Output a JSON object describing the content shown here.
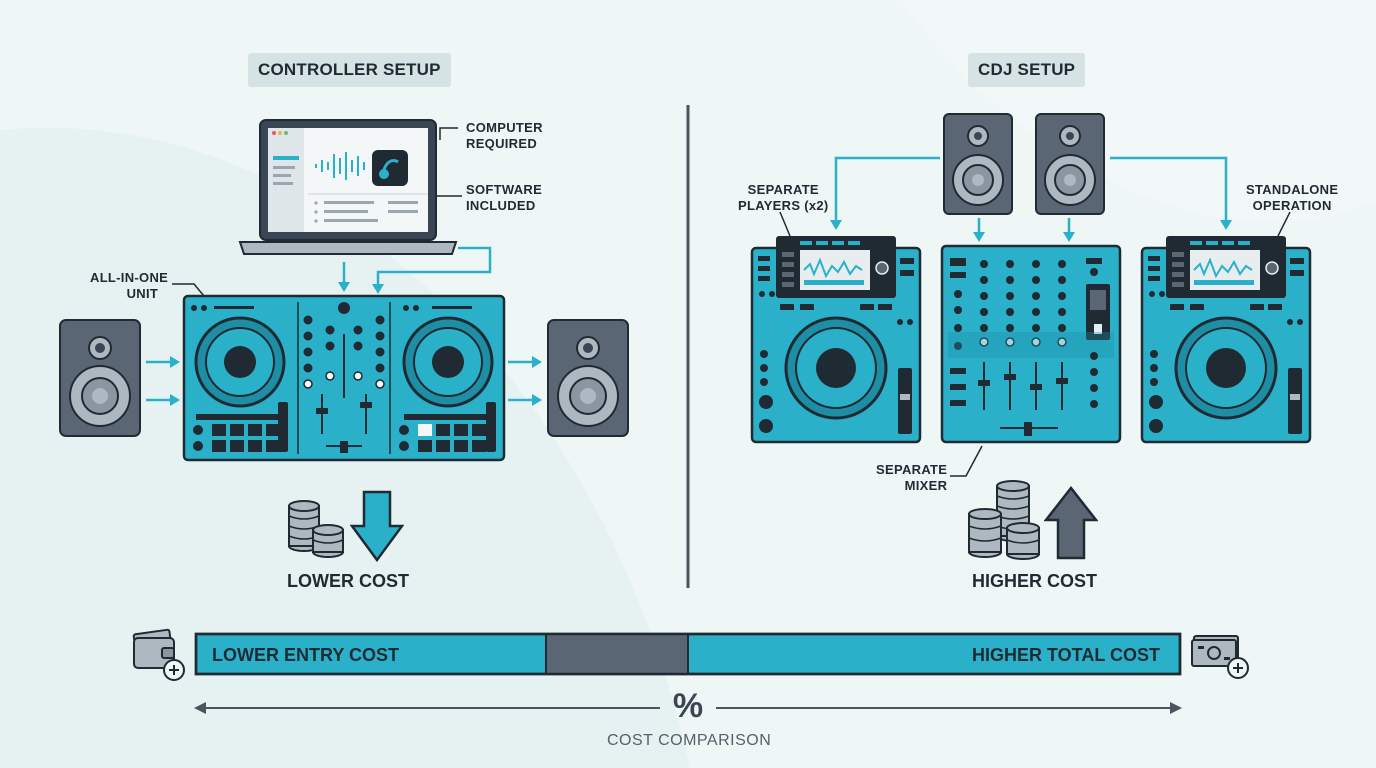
{
  "left": {
    "title": "CONTROLLER SETUP",
    "labels": {
      "computer": [
        "COMPUTER",
        "REQUIRED"
      ],
      "software": [
        "SOFTWARE",
        "INCLUDED"
      ],
      "unit": [
        "ALL-IN-ONE",
        "UNIT"
      ]
    },
    "cost_label": "LOWER COST"
  },
  "right": {
    "title": "CDJ SETUP",
    "labels": {
      "players": [
        "SEPARATE",
        "PLAYERS (x2)"
      ],
      "standalone": [
        "STANDALONE",
        "OPERATION"
      ],
      "mixer": [
        "SEPARATE",
        "MIXER"
      ]
    },
    "cost_label": "HIGHER COST"
  },
  "bar": {
    "left_label": "LOWER ENTRY COST",
    "right_label": "HIGHER TOTAL COST",
    "percent_symbol": "%",
    "caption": "COST COMPARISON"
  },
  "icons": {
    "wallet": "wallet-plus-icon",
    "money": "money-stack-plus-icon",
    "coins": "coin-stack-icon",
    "arrow_down": "arrow-down-icon",
    "arrow_up": "arrow-up-icon"
  },
  "colors": {
    "accent": "#2ab1c9",
    "dark": "#1f2a33",
    "gray": "#5b6675",
    "background": "#eef7f6"
  }
}
